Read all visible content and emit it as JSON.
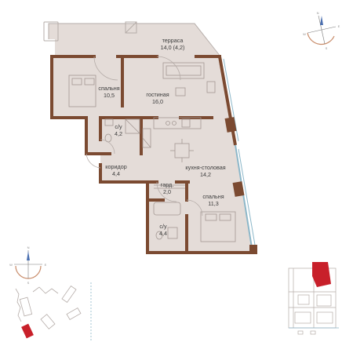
{
  "colors": {
    "floor": "#e4dcd8",
    "wall": "#7b4a31",
    "furniture_line": "#a39893",
    "window": "#8cb7c9",
    "outline": "#b5aca8",
    "accent": "#c8202a"
  },
  "rooms": [
    {
      "id": "terrace",
      "name": "терраса",
      "area": "14,0 (4,2)"
    },
    {
      "id": "bedroom1",
      "name": "спальня",
      "area": "10,5"
    },
    {
      "id": "living",
      "name": "гостиная",
      "area": "16,0"
    },
    {
      "id": "bath1",
      "name": "с/у",
      "area": "4,2"
    },
    {
      "id": "corridor",
      "name": "коридор",
      "area": "4,4"
    },
    {
      "id": "kitchen",
      "name": "кухня-столовая",
      "area": "14,2"
    },
    {
      "id": "wardrobe",
      "name": "гард.",
      "area": "2,0"
    },
    {
      "id": "bedroom2",
      "name": "спальня",
      "area": "11,3"
    },
    {
      "id": "bath2",
      "name": "с/у",
      "area": "4,4"
    }
  ],
  "compass": {
    "north": "N",
    "south": "S",
    "east": "E",
    "west": "W",
    "icon": "compass-icon"
  },
  "site_plan": {
    "icon": "site-plan-icon"
  },
  "key_plan": {
    "icon": "key-plan-icon"
  }
}
